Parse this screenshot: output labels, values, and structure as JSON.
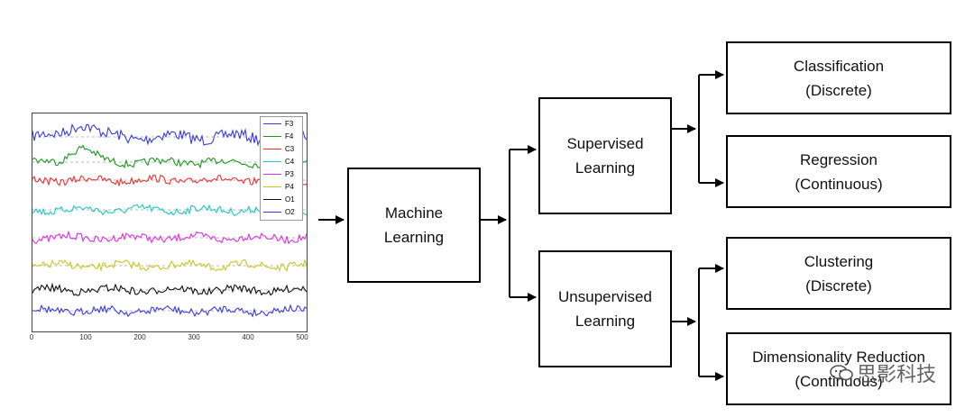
{
  "eeg_plot": {
    "legend": [
      {
        "label": "F3",
        "color": "#3a3af0"
      },
      {
        "label": "F4",
        "color": "#1a9a1a"
      },
      {
        "label": "C3",
        "color": "#f03030"
      },
      {
        "label": "C4",
        "color": "#1ec8c8"
      },
      {
        "label": "P3",
        "color": "#e030e0"
      },
      {
        "label": "P4",
        "color": "#c8c820"
      },
      {
        "label": "O1",
        "color": "#111111"
      },
      {
        "label": "O2",
        "color": "#3a3af0"
      }
    ],
    "x_ticks": [
      "0",
      "100",
      "200",
      "300",
      "400",
      "500"
    ],
    "xlim": [
      0,
      500
    ]
  },
  "nodes": {
    "machine_learning": [
      "Machine",
      "Learning"
    ],
    "supervised": [
      "Supervised",
      "Learning"
    ],
    "unsupervised": [
      "Unsupervised",
      "Learning"
    ],
    "classification": [
      "Classification",
      "(Discrete)"
    ],
    "regression": [
      "Regression",
      "(Continuous)"
    ],
    "clustering": [
      "Clustering",
      "(Discrete)"
    ],
    "dimensionality": [
      "Dimensionality Reduction",
      "(Continuous)"
    ]
  },
  "watermark": {
    "text": "思影科技",
    "icon": "wechat-icon"
  }
}
